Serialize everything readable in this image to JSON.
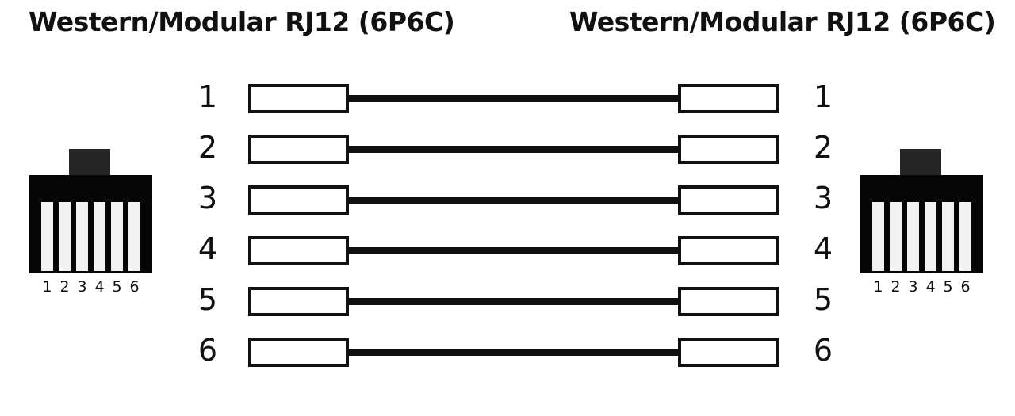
{
  "diagram": {
    "type": "rj12-straight-through-pinout",
    "background_color": "#ffffff",
    "line_color": "#111111",
    "connector_body_color": "#050505",
    "connector_tab_color": "#262626",
    "connector_pin_color": "#f2f2f2"
  },
  "titles": {
    "left": "Western/Modular RJ12 (6P6C)",
    "right": "Western/Modular RJ12 (6P6C)"
  },
  "connectors": {
    "left": {
      "pin_numbers": [
        "1",
        "2",
        "3",
        "4",
        "5",
        "6"
      ],
      "pin_count": 6
    },
    "right": {
      "pin_numbers": [
        "1",
        "2",
        "3",
        "4",
        "5",
        "6"
      ],
      "pin_count": 6
    }
  },
  "wiring": {
    "scheme": "straight-through",
    "rows": [
      {
        "left_pin": "1",
        "right_pin": "1"
      },
      {
        "left_pin": "2",
        "right_pin": "2"
      },
      {
        "left_pin": "3",
        "right_pin": "3"
      },
      {
        "left_pin": "4",
        "right_pin": "4"
      },
      {
        "left_pin": "5",
        "right_pin": "5"
      },
      {
        "left_pin": "6",
        "right_pin": "6"
      }
    ]
  }
}
